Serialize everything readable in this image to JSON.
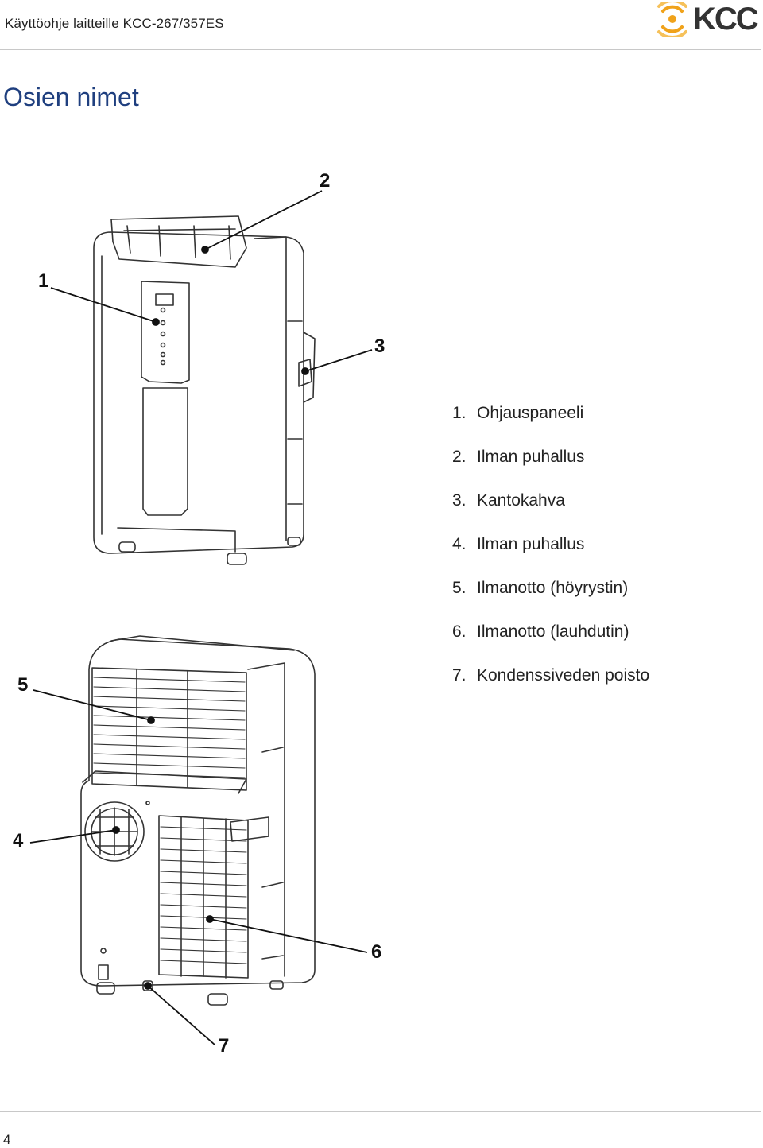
{
  "header": {
    "title": "Käyttöohje laitteille KCC-267/357ES",
    "logo_text": "KCC",
    "logo_color": "#f0a21a"
  },
  "section": {
    "title": "Osien nimet",
    "title_color": "#1f3f7f"
  },
  "parts": [
    {
      "number": "1.",
      "label": "Ohjauspaneeli"
    },
    {
      "number": "2.",
      "label": "Ilman puhallus"
    },
    {
      "number": "3.",
      "label": "Kantokahva"
    },
    {
      "number": "4.",
      "label": "Ilman puhallus"
    },
    {
      "number": "5.",
      "label": "Ilmanotto (höyrystin)"
    },
    {
      "number": "6.",
      "label": "Ilmanotto (lauhdutin)"
    },
    {
      "number": "7.",
      "label": "Kondenssiveden poisto"
    }
  ],
  "callouts": {
    "c1": "1",
    "c2": "2",
    "c3": "3",
    "c4": "4",
    "c5": "5",
    "c6": "6",
    "c7": "7"
  },
  "footer": {
    "page_number": "4"
  }
}
